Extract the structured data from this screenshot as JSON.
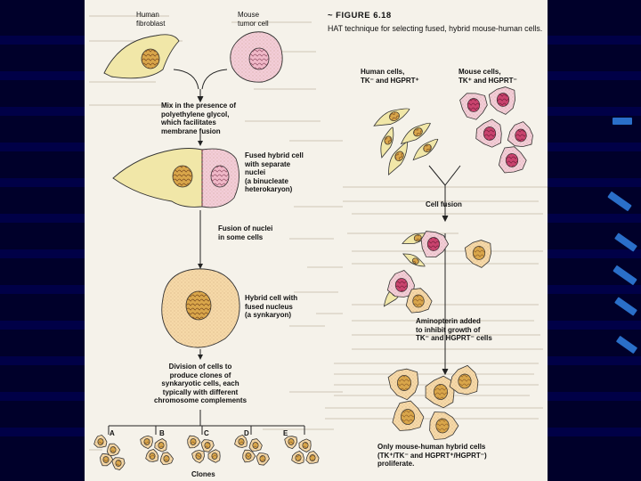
{
  "figure": {
    "number": "~ FIGURE 6.18",
    "caption": "HAT technique for selecting fused, hybrid mouse-human cells."
  },
  "left_panel": {
    "human_cell": "Human\nfibroblast",
    "mouse_cell": "Mouse\ntumor cell",
    "mix_step": "Mix in the presence of\npolyethylene glycol,\nwhich facilitates\nmembrane fusion",
    "fused_cell": "Fused hybrid cell\nwith separate\nnuclei\n(a binucleate\nheterokaryon)",
    "fusion_nuclei": "Fusion of nuclei\nin some cells",
    "hybrid_cell": "Hybrid cell with\nfused nucleus\n(a synkaryon)",
    "division_step": "Division of cells to\nproduce clones of\nsynkaryotic cells, each\ntypically with different\nchromosome complements",
    "clone_letters": [
      "A",
      "B",
      "C",
      "D",
      "E"
    ],
    "clones_label": "Clones"
  },
  "right_panel": {
    "human_cells": "Human cells,\nTK⁻ and HGPRT⁺",
    "mouse_cells": "Mouse cells,\nTK⁺ and HGPRT⁻",
    "cell_fusion": "Cell fusion",
    "aminopterin": "Aminopterin added\nto inhibit growth of\nTK⁻ and HGPRT⁻ cells",
    "result": "Only mouse-human hybrid cells\n(TK⁺/TK⁻ and HGPRT⁺/HGPRT⁻)\nproliferate."
  },
  "colors": {
    "slide_background": "#00002a",
    "accent_dash": "#2a6fc9",
    "page": "#f5f2ea",
    "human_cell_fill": "#f1e7a8",
    "mouse_cell_fill": "#f3cdd8",
    "mouse_nucleus_fill": "#c9436e",
    "nucleus_fill": "#d9a64a",
    "hybrid_cell_fill": "#f6d9a8"
  }
}
